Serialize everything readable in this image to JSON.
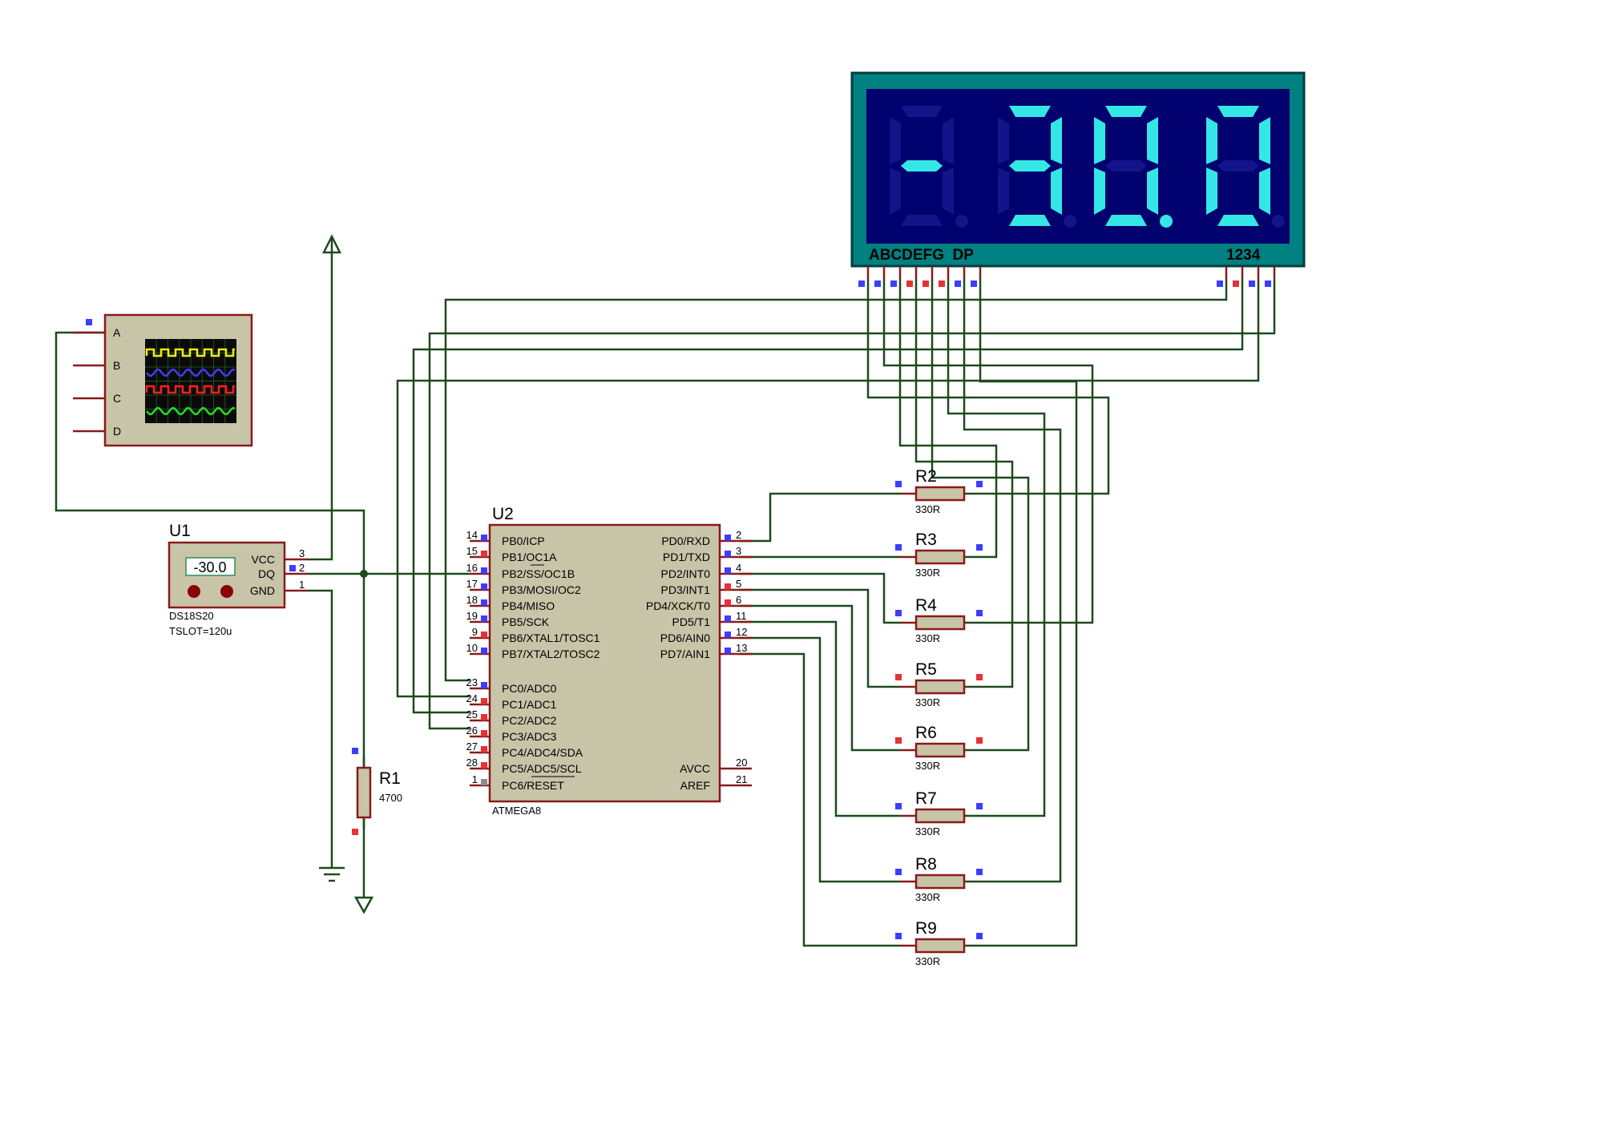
{
  "colors": {
    "wire": "#1e4a1e",
    "pin": "#8a1a1a",
    "body": "#c8c4a8",
    "border": "#8a1a1a",
    "display_case": "#008080",
    "display_bg": "#00006e",
    "segment_on": "#35e6e6",
    "segment_off": "#13138a",
    "terminal_blue": "#3d3dff",
    "terminal_red": "#e63232",
    "terminal_gray": "#8c8c8c"
  },
  "display": {
    "value": "-30.0",
    "digits": [
      "-",
      "3",
      "0",
      "0"
    ],
    "decimal_point_digit": 2,
    "segment_labels": "ABCDEFG  DP",
    "digit_labels": "1234"
  },
  "oscilloscope": {
    "channels": [
      "A",
      "B",
      "C",
      "D"
    ],
    "trace_colors": [
      "#f0f000",
      "#3d3dff",
      "#ff2020",
      "#20e020"
    ]
  },
  "u1": {
    "ref": "U1",
    "part": "DS18S20",
    "param": "TSLOT=120u",
    "reading": "-30.0",
    "pins": [
      {
        "name": "VCC",
        "num": "3"
      },
      {
        "name": "DQ",
        "num": "2"
      },
      {
        "name": "GND",
        "num": "1"
      }
    ]
  },
  "u2": {
    "ref": "U2",
    "part": "ATMEGA8",
    "left_pins": [
      {
        "name": "PB0/ICP",
        "num": "14"
      },
      {
        "name": "PB1/OC1A",
        "num": "15"
      },
      {
        "name": "PB2/SS/OC1B",
        "num": "16"
      },
      {
        "name": "PB3/MOSI/OC2",
        "num": "17"
      },
      {
        "name": "PB4/MISO",
        "num": "18"
      },
      {
        "name": "PB5/SCK",
        "num": "19"
      },
      {
        "name": "PB6/XTAL1/TOSC1",
        "num": "9"
      },
      {
        "name": "PB7/XTAL2/TOSC2",
        "num": "10"
      },
      {
        "name": "PC0/ADC0",
        "num": "23"
      },
      {
        "name": "PC1/ADC1",
        "num": "24"
      },
      {
        "name": "PC2/ADC2",
        "num": "25"
      },
      {
        "name": "PC3/ADC3",
        "num": "26"
      },
      {
        "name": "PC4/ADC4/SDA",
        "num": "27"
      },
      {
        "name": "PC5/ADC5/SCL",
        "num": "28"
      },
      {
        "name": "PC6/RESET",
        "num": "1"
      }
    ],
    "right_pins": [
      {
        "name": "PD0/RXD",
        "num": "2"
      },
      {
        "name": "PD1/TXD",
        "num": "3"
      },
      {
        "name": "PD2/INT0",
        "num": "4"
      },
      {
        "name": "PD3/INT1",
        "num": "5"
      },
      {
        "name": "PD4/XCK/T0",
        "num": "6"
      },
      {
        "name": "PD5/T1",
        "num": "11"
      },
      {
        "name": "PD6/AIN0",
        "num": "12"
      },
      {
        "name": "PD7/AIN1",
        "num": "13"
      },
      {
        "name": "AVCC",
        "num": "20"
      },
      {
        "name": "AREF",
        "num": "21"
      }
    ]
  },
  "r1": {
    "ref": "R1",
    "value": "4700"
  },
  "resistors": [
    {
      "ref": "R2",
      "value": "330R"
    },
    {
      "ref": "R3",
      "value": "330R"
    },
    {
      "ref": "R4",
      "value": "330R"
    },
    {
      "ref": "R5",
      "value": "330R"
    },
    {
      "ref": "R6",
      "value": "330R"
    },
    {
      "ref": "R7",
      "value": "330R"
    },
    {
      "ref": "R8",
      "value": "330R"
    },
    {
      "ref": "R9",
      "value": "330R"
    }
  ]
}
